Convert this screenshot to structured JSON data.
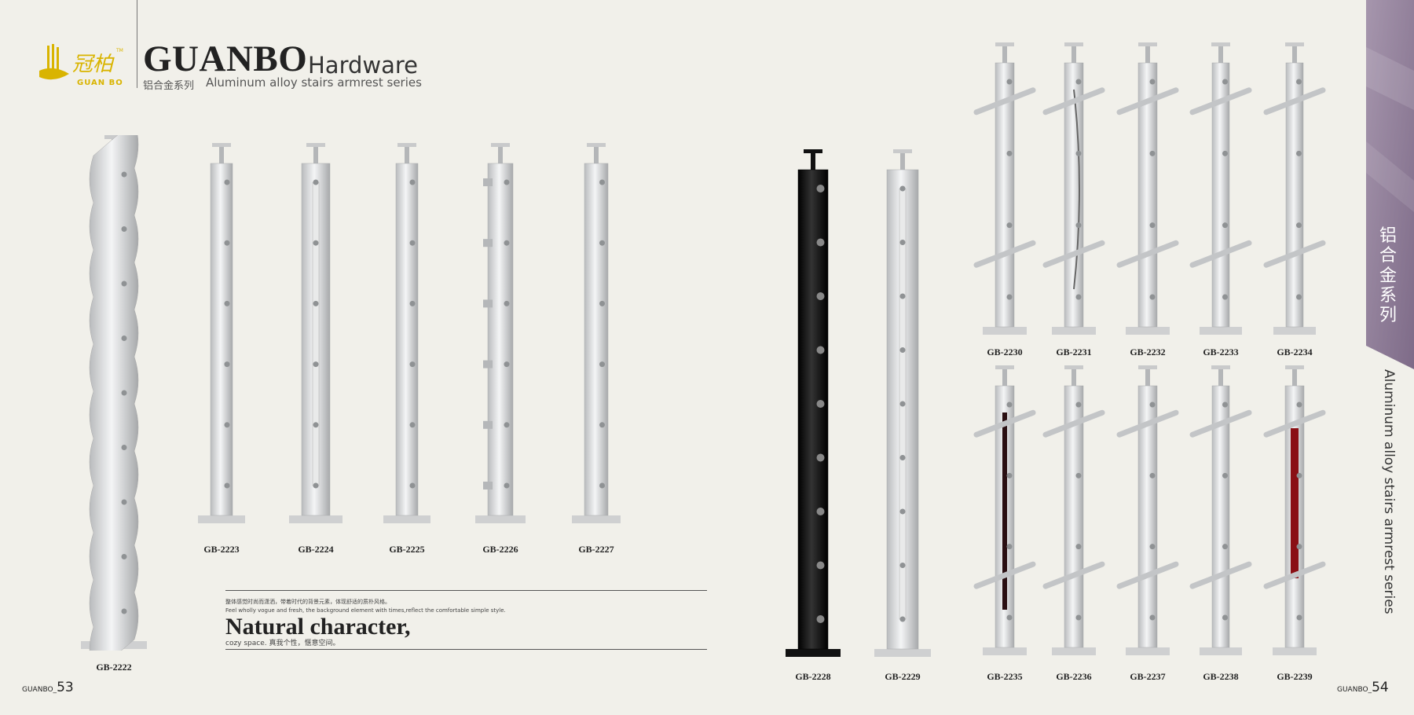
{
  "header": {
    "logo_text": "GUAN BO",
    "brand": "GUANBO",
    "brand_suffix": "Hardware",
    "series_cn": "铝合金系列",
    "series_en": "Aluminum alloy stairs armrest series"
  },
  "products": [
    {
      "code": "GB-2222"
    },
    {
      "code": "GB-2223"
    },
    {
      "code": "GB-2224"
    },
    {
      "code": "GB-2225"
    },
    {
      "code": "GB-2226"
    },
    {
      "code": "GB-2227"
    },
    {
      "code": "GB-2228"
    },
    {
      "code": "GB-2229"
    },
    {
      "code": "GB-2230"
    },
    {
      "code": "GB-2231"
    },
    {
      "code": "GB-2232"
    },
    {
      "code": "GB-2233"
    },
    {
      "code": "GB-2234"
    },
    {
      "code": "GB-2235"
    },
    {
      "code": "GB-2236"
    },
    {
      "code": "GB-2237"
    },
    {
      "code": "GB-2238"
    },
    {
      "code": "GB-2239"
    }
  ],
  "tagline": {
    "cn": "整体感觉时尚而潇洒，带着时代的背景元素，体现舒适的质朴风格。",
    "en": "Feel wholly vogue and fresh, the background element with times,reflect the comfortable simple style.",
    "headline": "Natural character,",
    "sub": "cozy space.  真我个性，惬意空间。"
  },
  "pages": {
    "left_prefix": "GUANBO_",
    "left_num": "53",
    "right_prefix": "GUANBO_",
    "right_num": "54"
  },
  "side_tab": {
    "cn": "铝合金系列",
    "en": "Aluminum alloy stairs armrest series",
    "color": "#8c7b96"
  },
  "colors": {
    "background": "#f1f0ea",
    "metal": "#d9dadb",
    "black_post": "#111111",
    "red_panel": "#8a0f14",
    "logo_gold": "#d9b400"
  }
}
